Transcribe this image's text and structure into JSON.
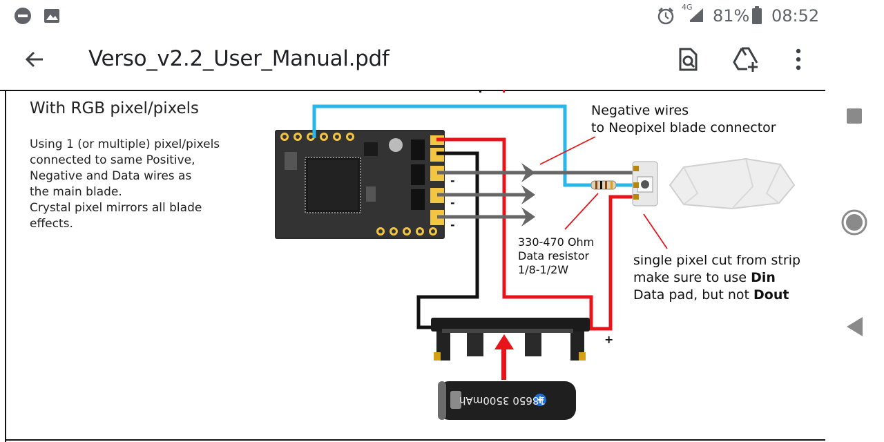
{
  "status_bar": {
    "battery_pct": "81%",
    "time": "08:52",
    "network": "4G"
  },
  "toolbar": {
    "title": "Verso_v2.2_User_Manual.pdf",
    "icons": [
      "back-arrow-icon",
      "find-in-document-icon",
      "add-to-drive-icon",
      "more-options-icon"
    ]
  },
  "document": {
    "heading": "With RGB pixel/pixels",
    "description_lines": [
      "Using 1 (or multiple) pixel/pixels",
      "connected to same Positive,",
      "Negative and Data wires as",
      "the main blade.",
      "Crystal pixel mirrors all blade",
      "effects."
    ],
    "callout_negative": [
      "Negative wires",
      "to Neopixel blade connector"
    ],
    "callout_resistor": [
      "330-470 Ohm",
      "Data resistor",
      "1/8-1/2W"
    ],
    "callout_pixel": {
      "line1": "single pixel cut from strip",
      "line2_prefix": "make sure to use ",
      "line2_bold": "Din",
      "line3_prefix": "Data pad, but not ",
      "line3_bold": "Dout"
    },
    "battery_label": "18650 3500mAh",
    "minus_signs": [
      "-",
      "-",
      "-",
      "-"
    ],
    "plus_sign": "+",
    "wire_colors": {
      "data": "#29b6e8",
      "negative": "#666666",
      "positive": "#e8141b",
      "ground": "#111111"
    }
  },
  "nav": {
    "icons": [
      "recents-square-icon",
      "home-circle-icon",
      "back-triangle-icon"
    ]
  }
}
